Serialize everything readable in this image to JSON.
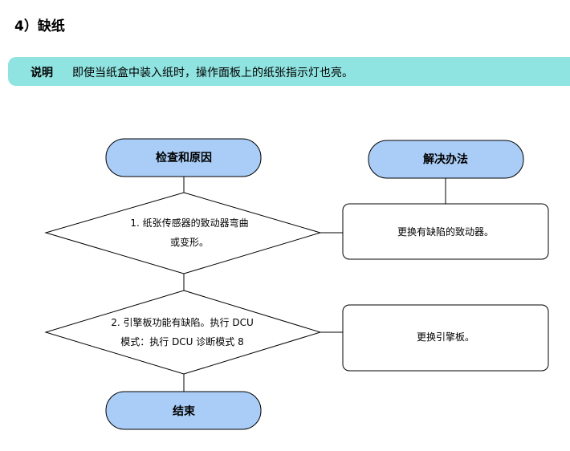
{
  "heading": "4）缺纸",
  "note": {
    "label": "说明",
    "text": "即使当纸盒中装入纸时，操作面板上的纸张指示灯也亮。"
  },
  "flow": {
    "check_header": "检查和原因",
    "solution_header": "解决办法",
    "step1": {
      "line1": "1. 纸张传感器的致动器弯曲",
      "line2": "或变形。",
      "solution": "更换有缺陷的致动器。"
    },
    "step2": {
      "line1": "2. 引擎板功能有缺陷。执行 DCU",
      "line2": "模式：执行 DCU 诊断模式 8",
      "solution": "更换引擎板。"
    },
    "end": "结束"
  },
  "colors": {
    "note_bar": "#8fe3e0",
    "terminal_fill": "#a9cdf6",
    "line": "#000000"
  }
}
